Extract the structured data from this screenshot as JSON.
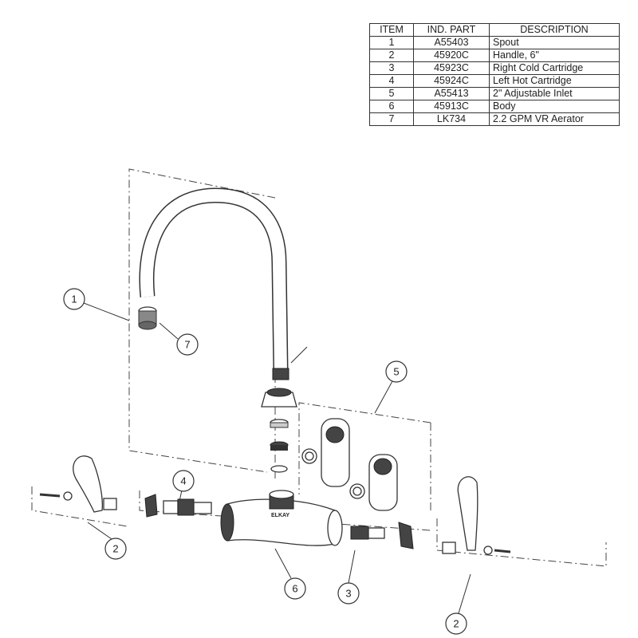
{
  "table": {
    "headers": [
      "ITEM",
      "IND. PART",
      "DESCRIPTION"
    ],
    "rows": [
      [
        "1",
        "A55403",
        "Spout"
      ],
      [
        "2",
        "45920C",
        "Handle, 6\""
      ],
      [
        "3",
        "45923C",
        "Right Cold Cartridge"
      ],
      [
        "4",
        "45924C",
        "Left Hot Cartridge"
      ],
      [
        "5",
        "A55413",
        "2\" Adjustable Inlet"
      ],
      [
        "6",
        "45913C",
        "Body"
      ],
      [
        "7",
        "LK734",
        "2.2 GPM VR Aerator"
      ]
    ]
  },
  "callouts": {
    "spout": "1",
    "aerator": "7",
    "inlet": "5",
    "hot_cartridge": "4",
    "handle_left": "2",
    "body": "6",
    "cold_cartridge": "3",
    "handle_right": "2"
  },
  "body_logo": "ELKAY"
}
